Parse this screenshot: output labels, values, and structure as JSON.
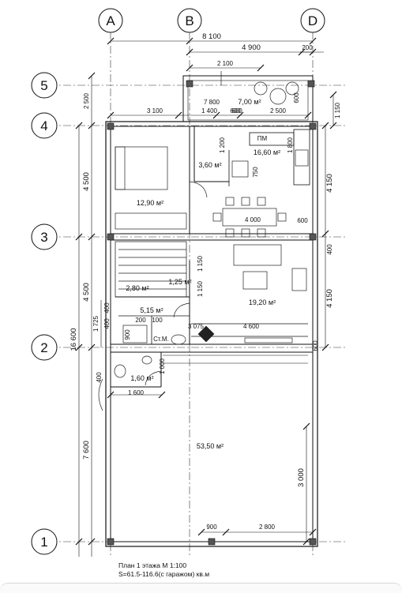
{
  "axes": {
    "columns": [
      "A",
      "B",
      "D"
    ],
    "rows": [
      "5",
      "4",
      "3",
      "2",
      "1"
    ]
  },
  "dims_top": {
    "overall": "8 100",
    "right": "4 900",
    "right_small": "200",
    "balcony": "2 100",
    "row4_a": "3 100",
    "row4_b": "1 400",
    "row4_c": "600",
    "row4_d": "2 500",
    "balcony_h": "7 800"
  },
  "dims_left": {
    "total": "16 600",
    "d1": "2 500",
    "d2": "4 500",
    "d3": "4 500",
    "d4": "7 600",
    "d5": "1 725",
    "d6": "400",
    "d7": "400",
    "d8": "900"
  },
  "dims_right": {
    "r1": "1 150",
    "r2": "4 150",
    "r3": "4 150",
    "r4": "400",
    "r5": "3 000",
    "r6": "600",
    "r7": "600",
    "r8": "600"
  },
  "dims_inner": {
    "i1": "1 200",
    "i2": "1 800",
    "i3": "750",
    "i4": "4 000",
    "i5": "1 150",
    "i6": "1 150",
    "i7": "3 075",
    "i8": "4 600",
    "i9": "200",
    "i10": "100",
    "i11": "1 000",
    "i12": "1 600",
    "i13": "900",
    "i14": "2 800",
    "i15": "600",
    "i16": "400"
  },
  "rooms": {
    "balcony": "7,00 м²",
    "kitchen": "16,60 м²",
    "pantry": "3,60 м²",
    "bedroom": "12,90 м²",
    "stair": "2,80 м²",
    "closet": "1,25 м²",
    "hall": "5,15 м²",
    "living": "19,20 м²",
    "wc": "1,60 м²",
    "garage": "53,50 м²"
  },
  "labels": {
    "pm": "ПМ",
    "stm": "Ст.М."
  },
  "caption": {
    "line1": "План 1 этажа М 1:100",
    "line2": "S=61.5-116.6(с гаражом) кв.м"
  }
}
